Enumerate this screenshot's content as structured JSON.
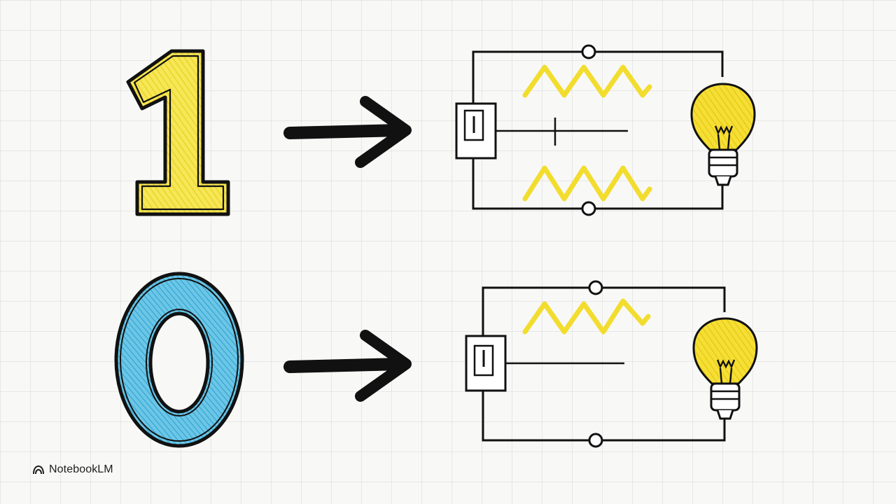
{
  "brand": {
    "name": "NotebookLM",
    "icon": "notebooklm-logo-icon"
  },
  "rows": [
    {
      "digit": "1",
      "digit_color": "#f3e03a",
      "switch_state": "on",
      "bulb_color": "#f3d727"
    },
    {
      "digit": "0",
      "digit_color": "#45b3dc",
      "switch_state": "off",
      "bulb_color": "#f3d727"
    }
  ],
  "colors": {
    "ink": "#111111",
    "zigzag": "#f2dd2e",
    "grid": "#d9d9d9"
  }
}
